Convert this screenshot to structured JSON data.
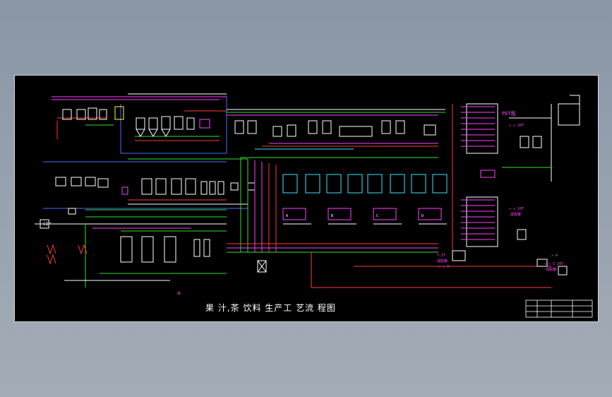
{
  "title": "果 汁,茶 饮料 生产工 艺流 程图",
  "labels": {
    "cip": "CIP",
    "pet": "PET瓶",
    "t20a": "≈ ✕ 20T",
    "t10": "≈ ✕ 10T",
    "t10b": "成瓶罐",
    "t75": "7.5T",
    "t75b": "成瓶罐",
    "t3": "≈ ✕ 3",
    "t3b": "✕ 4",
    "t20b": "≈ ✕ 5 20T",
    "t20bsub": "成瓶罐",
    "bot": "夜",
    "tagA": "A",
    "tagB": "B",
    "tagC": "C",
    "tagD": "D"
  },
  "colors": {
    "red": "#ff3a3a",
    "green": "#2fe02f",
    "magenta": "#ff40ff",
    "blue": "#4d6bff",
    "cyan": "#39e6ff",
    "white": "#ffffff",
    "yellow": "#ffff3a",
    "orange": "#ff8a2a"
  }
}
